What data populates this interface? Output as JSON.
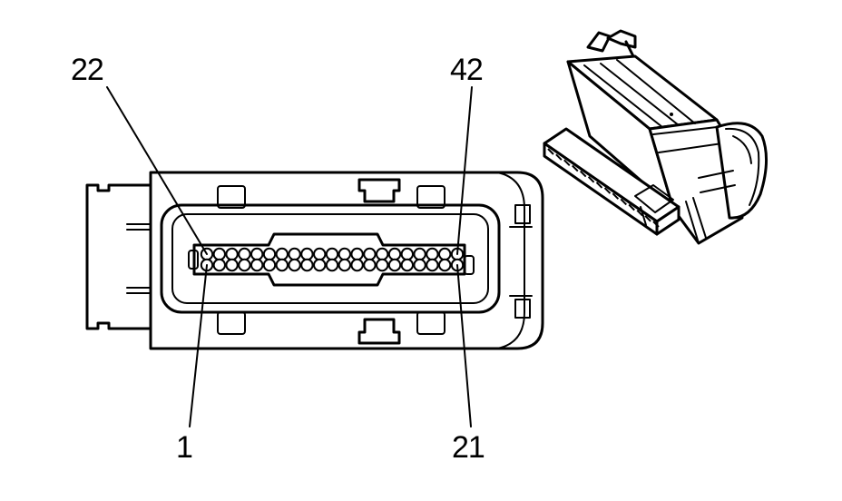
{
  "pin_labels": {
    "top_left": "22",
    "top_right": "42",
    "bottom_left": "1",
    "bottom_right": "21"
  },
  "pins": {
    "top_row_first": 22,
    "top_row_last": 42,
    "bottom_row_first": 1,
    "bottom_row_last": 21
  },
  "colors": {
    "line": "#000000",
    "background": "#ffffff"
  }
}
